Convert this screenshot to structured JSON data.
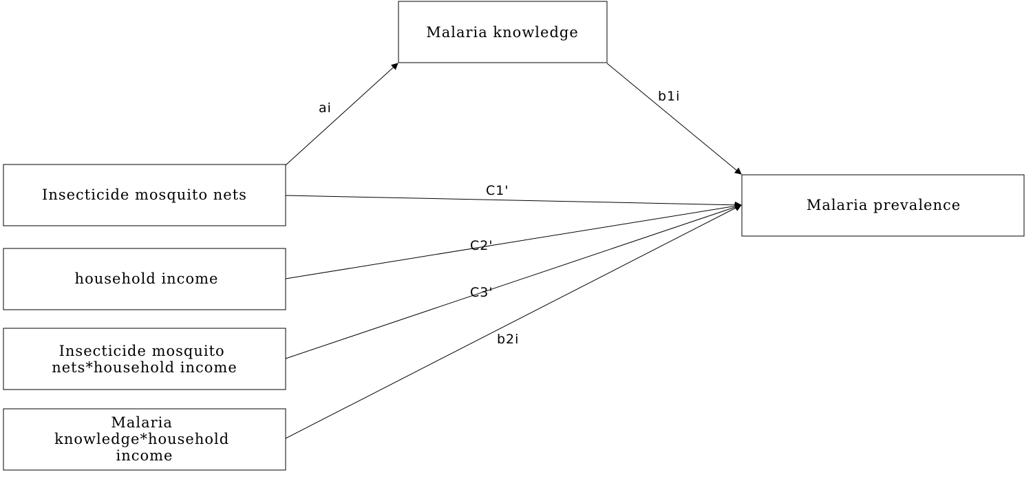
{
  "nodes": {
    "malaria_knowledge": {
      "lines": [
        "Malaria knowledge"
      ]
    },
    "insecticide_nets": {
      "lines": [
        "Insecticide mosquito nets"
      ]
    },
    "household_income": {
      "lines": [
        "household income"
      ]
    },
    "nets_x_income": {
      "lines": [
        "Insecticide mosquito",
        "nets*household income"
      ]
    },
    "knowledge_x_income": {
      "lines": [
        "Malaria",
        "knowledge*household",
        "income"
      ]
    },
    "malaria_prevalence": {
      "lines": [
        "Malaria prevalence"
      ]
    }
  },
  "edges": [
    {
      "id": "ai",
      "from": "insecticide_nets",
      "to": "malaria_knowledge",
      "label": "ai"
    },
    {
      "id": "b1i",
      "from": "malaria_knowledge",
      "to": "malaria_prevalence",
      "label": "b1i"
    },
    {
      "id": "c1",
      "from": "insecticide_nets",
      "to": "malaria_prevalence",
      "label": "C1'"
    },
    {
      "id": "c2",
      "from": "household_income",
      "to": "malaria_prevalence",
      "label": "C2'"
    },
    {
      "id": "c3",
      "from": "nets_x_income",
      "to": "malaria_prevalence",
      "label": "C3'"
    },
    {
      "id": "b2i",
      "from": "knowledge_x_income",
      "to": "malaria_prevalence",
      "label": "b2i"
    }
  ]
}
